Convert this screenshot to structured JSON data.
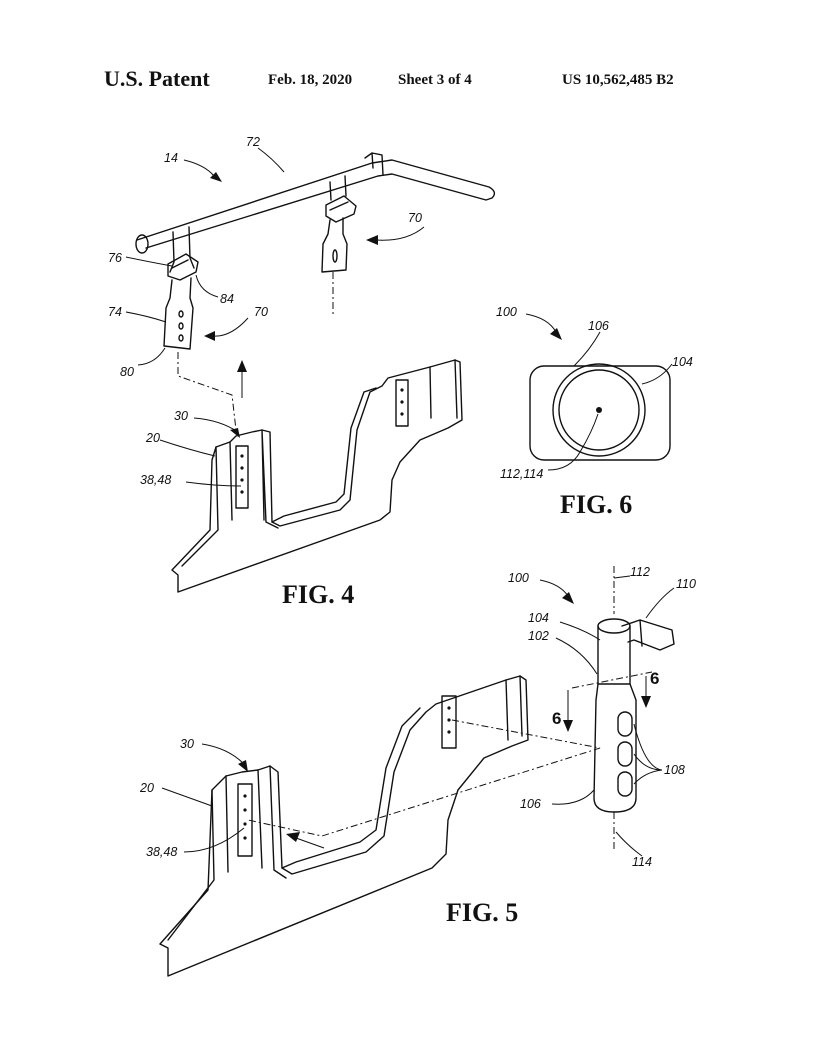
{
  "header": {
    "patent_label": "U.S. Patent",
    "date": "Feb. 18, 2020",
    "sheet": "Sheet 3 of 4",
    "patent_number": "US 10,562,485 B2"
  },
  "figures": {
    "fig4": {
      "caption": "FIG. 4",
      "refs": {
        "r14": "14",
        "r72": "72",
        "r70a": "70",
        "r70b": "70",
        "r76": "76",
        "r84": "84",
        "r74": "74",
        "r80": "80",
        "r30": "30",
        "r20": "20",
        "r3848": "38,48"
      }
    },
    "fig5": {
      "caption": "FIG. 5",
      "refs": {
        "r100": "100",
        "r112": "112",
        "r110": "110",
        "r104": "104",
        "r102": "102",
        "r6a": "6",
        "r6b": "6",
        "r108": "108",
        "r106": "106",
        "r114": "114",
        "r30": "30",
        "r20": "20",
        "r3848": "38,48"
      }
    },
    "fig6": {
      "caption": "FIG. 6",
      "refs": {
        "r100": "100",
        "r106": "106",
        "r104": "104",
        "r112114": "112,114"
      }
    }
  }
}
